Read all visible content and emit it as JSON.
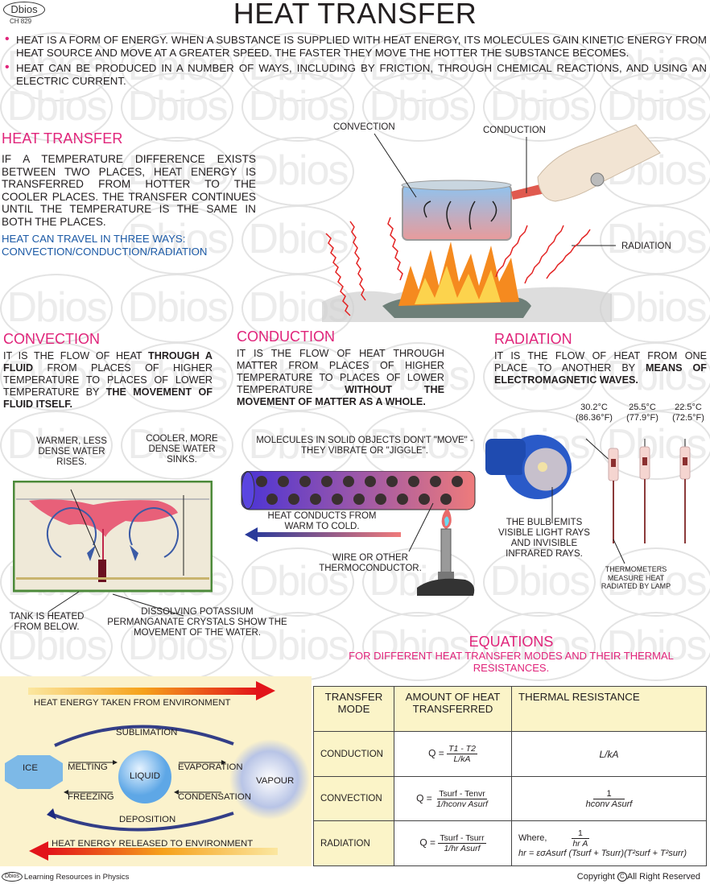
{
  "header": {
    "logo": "Dbios",
    "code": "CH 829",
    "title": "HEAT TRANSFER"
  },
  "bullets": [
    "Heat is a form of energy. When a substance is supplied with heat energy, its molecules gain kinetic energy from heat source and move at a greater speed. The faster they move the hotter the substance becomes.",
    "Heat can be produced in a number of ways, including by friction, through chemical reactions, and using an electric current."
  ],
  "intro": {
    "title": "HEAT TRANSFER",
    "body": "IF A TEMPERATURE DIFFERENCE EXISTS BETWEEN TWO PLACES, HEAT ENERGY IS TRANSFERRED FROM HOTTER TO THE COOLER PLACES. THE TRANSFER CONTINUES UNTIL THE TEMPERATURE IS THE SAME IN BOTH THE PLACES.",
    "ways_line1": "HEAT CAN TRAVEL IN THREE WAYS:",
    "ways_line2": "CONVECTION/CONDUCTION/RADIATION"
  },
  "scene": {
    "label_convection": "CONVECTION",
    "label_conduction": "CONDUCTION",
    "label_radiation": "RADIATION"
  },
  "convection": {
    "title": "CONVECTION",
    "text_1": "IT IS THE FLOW OF HEAT ",
    "bold_1": "THROUGH A FLUID",
    "text_2": " FROM PLACES OF HIGHER TEMPERATURE TO PLACES OF LOWER TEMPERATURE BY ",
    "bold_2": "THE MOVEMENT OF FLUID ITSELF.",
    "label_warmer": "WARMER, LESS DENSE WATER RISES.",
    "label_cooler": "COOLER, MORE DENSE WATER SINKS.",
    "label_tank": "TANK IS HEATED FROM BELOW.",
    "label_crystals": "DISSOLVING POTASSIUM PERMANGANATE CRYSTALS SHOW THE MOVEMENT OF THE WATER."
  },
  "conduction": {
    "title": "CONDUCTION",
    "text_1": "IT IS THE FLOW OF HEAT THROUGH MATTER FROM PLACES OF HIGHER TEMPERATURE TO PLACES OF LOWER TEMPERATURE ",
    "bold_1": "WITHOUT THE MOVEMENT OF MATTER AS A WHOLE.",
    "label_molecules": "MOLECULES IN SOLID OBJECTS DON'T \"MOVE\" - THEY VIBRATE OR \"JIGGLE\".",
    "label_heat": "HEAT CONDUCTS FROM WARM TO COLD.",
    "label_wire": "WIRE OR OTHER THERMOCONDUCTOR."
  },
  "radiation": {
    "title": "RADIATION",
    "text_1": "IT IS THE FLOW OF HEAT FROM ONE PLACE TO ANOTHER BY ",
    "bold_1": "MEANS OF ELECTROMAGNETIC WAVES.",
    "thermometers": [
      {
        "c": "30.2°C",
        "f": "(86.36°F)"
      },
      {
        "c": "25.5°C",
        "f": "(77.9°F)"
      },
      {
        "c": "22.5°C",
        "f": "(72.5°F)"
      }
    ],
    "label_bulb": "THE BULB EMITS VISIBLE LIGHT RAYS AND INVISIBLE INFRARED RAYS.",
    "label_thermo": "THERMOMETERS MEASURE HEAT RADIATED BY LAMP"
  },
  "phase_diagram": {
    "top_arrow": "HEAT ENERGY TAKEN FROM ENVIRONMENT",
    "bottom_arrow": "HEAT ENERGY RELEASED TO ENVIRONMENT",
    "sublimation": "SUBLIMATION",
    "deposition": "DEPOSITION",
    "melting": "MELTING",
    "freezing": "FREEZING",
    "evaporation": "EVAPORATION",
    "condensation": "CONDENSATION",
    "ice": "ICE",
    "liquid": "LIQUID",
    "vapour": "VAPOUR"
  },
  "equations": {
    "title": "EQUATIONS",
    "subtitle": "FOR DIFFERENT HEAT TRANSFER MODES AND THEIR THERMAL RESISTANCES.",
    "headers": [
      "TRANSFER MODE",
      "AMOUNT OF HEAT TRANSFERRED",
      "THERMAL RESISTANCE"
    ],
    "rows": [
      {
        "mode": "CONDUCTION",
        "q_prefix": "Q =",
        "q_num": "T1 - T2",
        "q_den": "L/kA",
        "resistance": "L/kA"
      },
      {
        "mode": "CONVECTION",
        "q_prefix": "Q =",
        "q_num": "Tsurf - Tenvr",
        "q_den": "1/hconv Asurf",
        "r_num": "1",
        "r_den": "hconv Asurf"
      },
      {
        "mode": "RADIATION",
        "q_prefix": "Q =",
        "q_num": "Tsurf - Tsurr",
        "q_den": "1/hr Asurf",
        "where": "Where,",
        "r_num": "1",
        "r_den": "hr A",
        "hr_formula": "hr = εσAsurf (Tsurf + Tsurr)(T²surf + T²surr)"
      }
    ]
  },
  "footer": {
    "logo": "Dbios",
    "left": "Learning Resources in Physics",
    "copyright_symbol": "C",
    "right": "All Right  Reserved",
    "copyright_word": "Copyright"
  }
}
